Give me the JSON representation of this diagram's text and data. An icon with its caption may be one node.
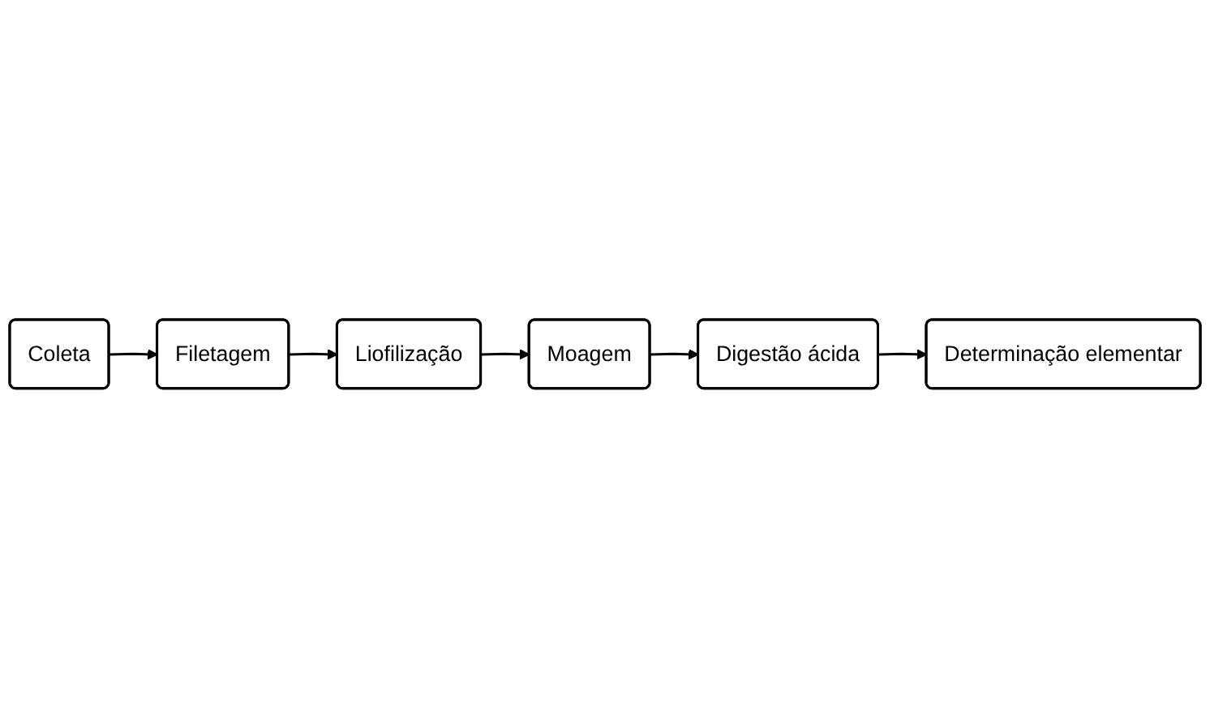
{
  "diagram": {
    "nodes": [
      {
        "text": [
          "Coleta"
        ]
      },
      {
        "text": [
          "Filetagem"
        ]
      },
      {
        "text": [
          "Liofilização"
        ]
      },
      {
        "text": [
          "Moagem"
        ]
      },
      {
        "text": [
          "Digestão ácida"
        ]
      },
      {
        "text": [
          "Determinação elementar"
        ]
      }
    ],
    "edges": [
      {
        "from": 0,
        "to": 1,
        "arrow": "to"
      },
      {
        "from": 1,
        "to": 2,
        "arrow": "to"
      },
      {
        "from": 2,
        "to": 3,
        "arrow": "to"
      },
      {
        "from": 3,
        "to": 4,
        "arrow": "to"
      },
      {
        "from": 4,
        "to": 5,
        "arrow": "to"
      }
    ]
  }
}
